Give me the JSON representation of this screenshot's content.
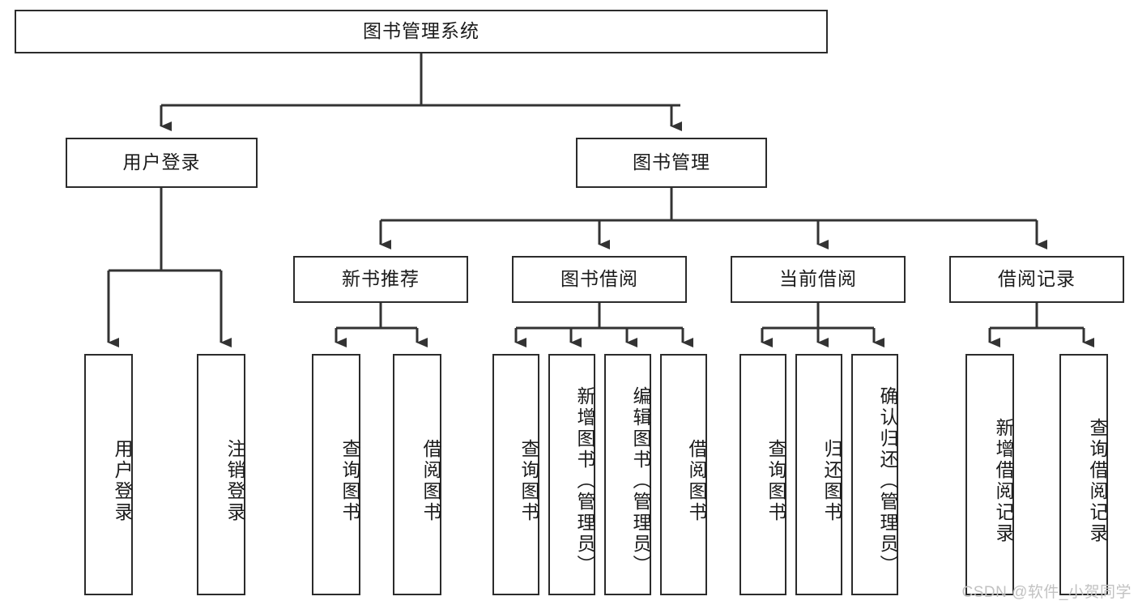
{
  "diagram": {
    "title": "图书管理系统",
    "type": "tree",
    "colors": {
      "box_border": "#2b2b2b",
      "box_fill": "#ffffff",
      "connector": "#333333",
      "text": "#1b1b1b",
      "watermark": "#c2c2c2",
      "background": "#ffffff"
    },
    "root": {
      "label": "图书管理系统"
    },
    "level2": [
      {
        "label": "用户登录"
      },
      {
        "label": "图书管理"
      }
    ],
    "level3": [
      {
        "label": "新书推荐"
      },
      {
        "label": "图书借阅"
      },
      {
        "label": "当前借阅"
      },
      {
        "label": "借阅记录"
      }
    ],
    "leaves": {
      "user_login": [
        {
          "label": "用户登录"
        },
        {
          "label": "注销登录"
        }
      ],
      "new_book": [
        {
          "label": "查询图书"
        },
        {
          "label": "借阅图书"
        }
      ],
      "book_borrow": [
        {
          "label": "查询图书"
        },
        {
          "label": "新增图书（管理员）"
        },
        {
          "label": "编辑图书（管理员）"
        },
        {
          "label": "借阅图书"
        }
      ],
      "current_borrow": [
        {
          "label": "查询图书"
        },
        {
          "label": "归还图书"
        },
        {
          "label": "确认归还（管理员）"
        }
      ],
      "borrow_record": [
        {
          "label": "新增借阅记录"
        },
        {
          "label": "查询借阅记录"
        }
      ]
    }
  },
  "watermark": {
    "text": "CSDN @软件_小贺同学"
  }
}
